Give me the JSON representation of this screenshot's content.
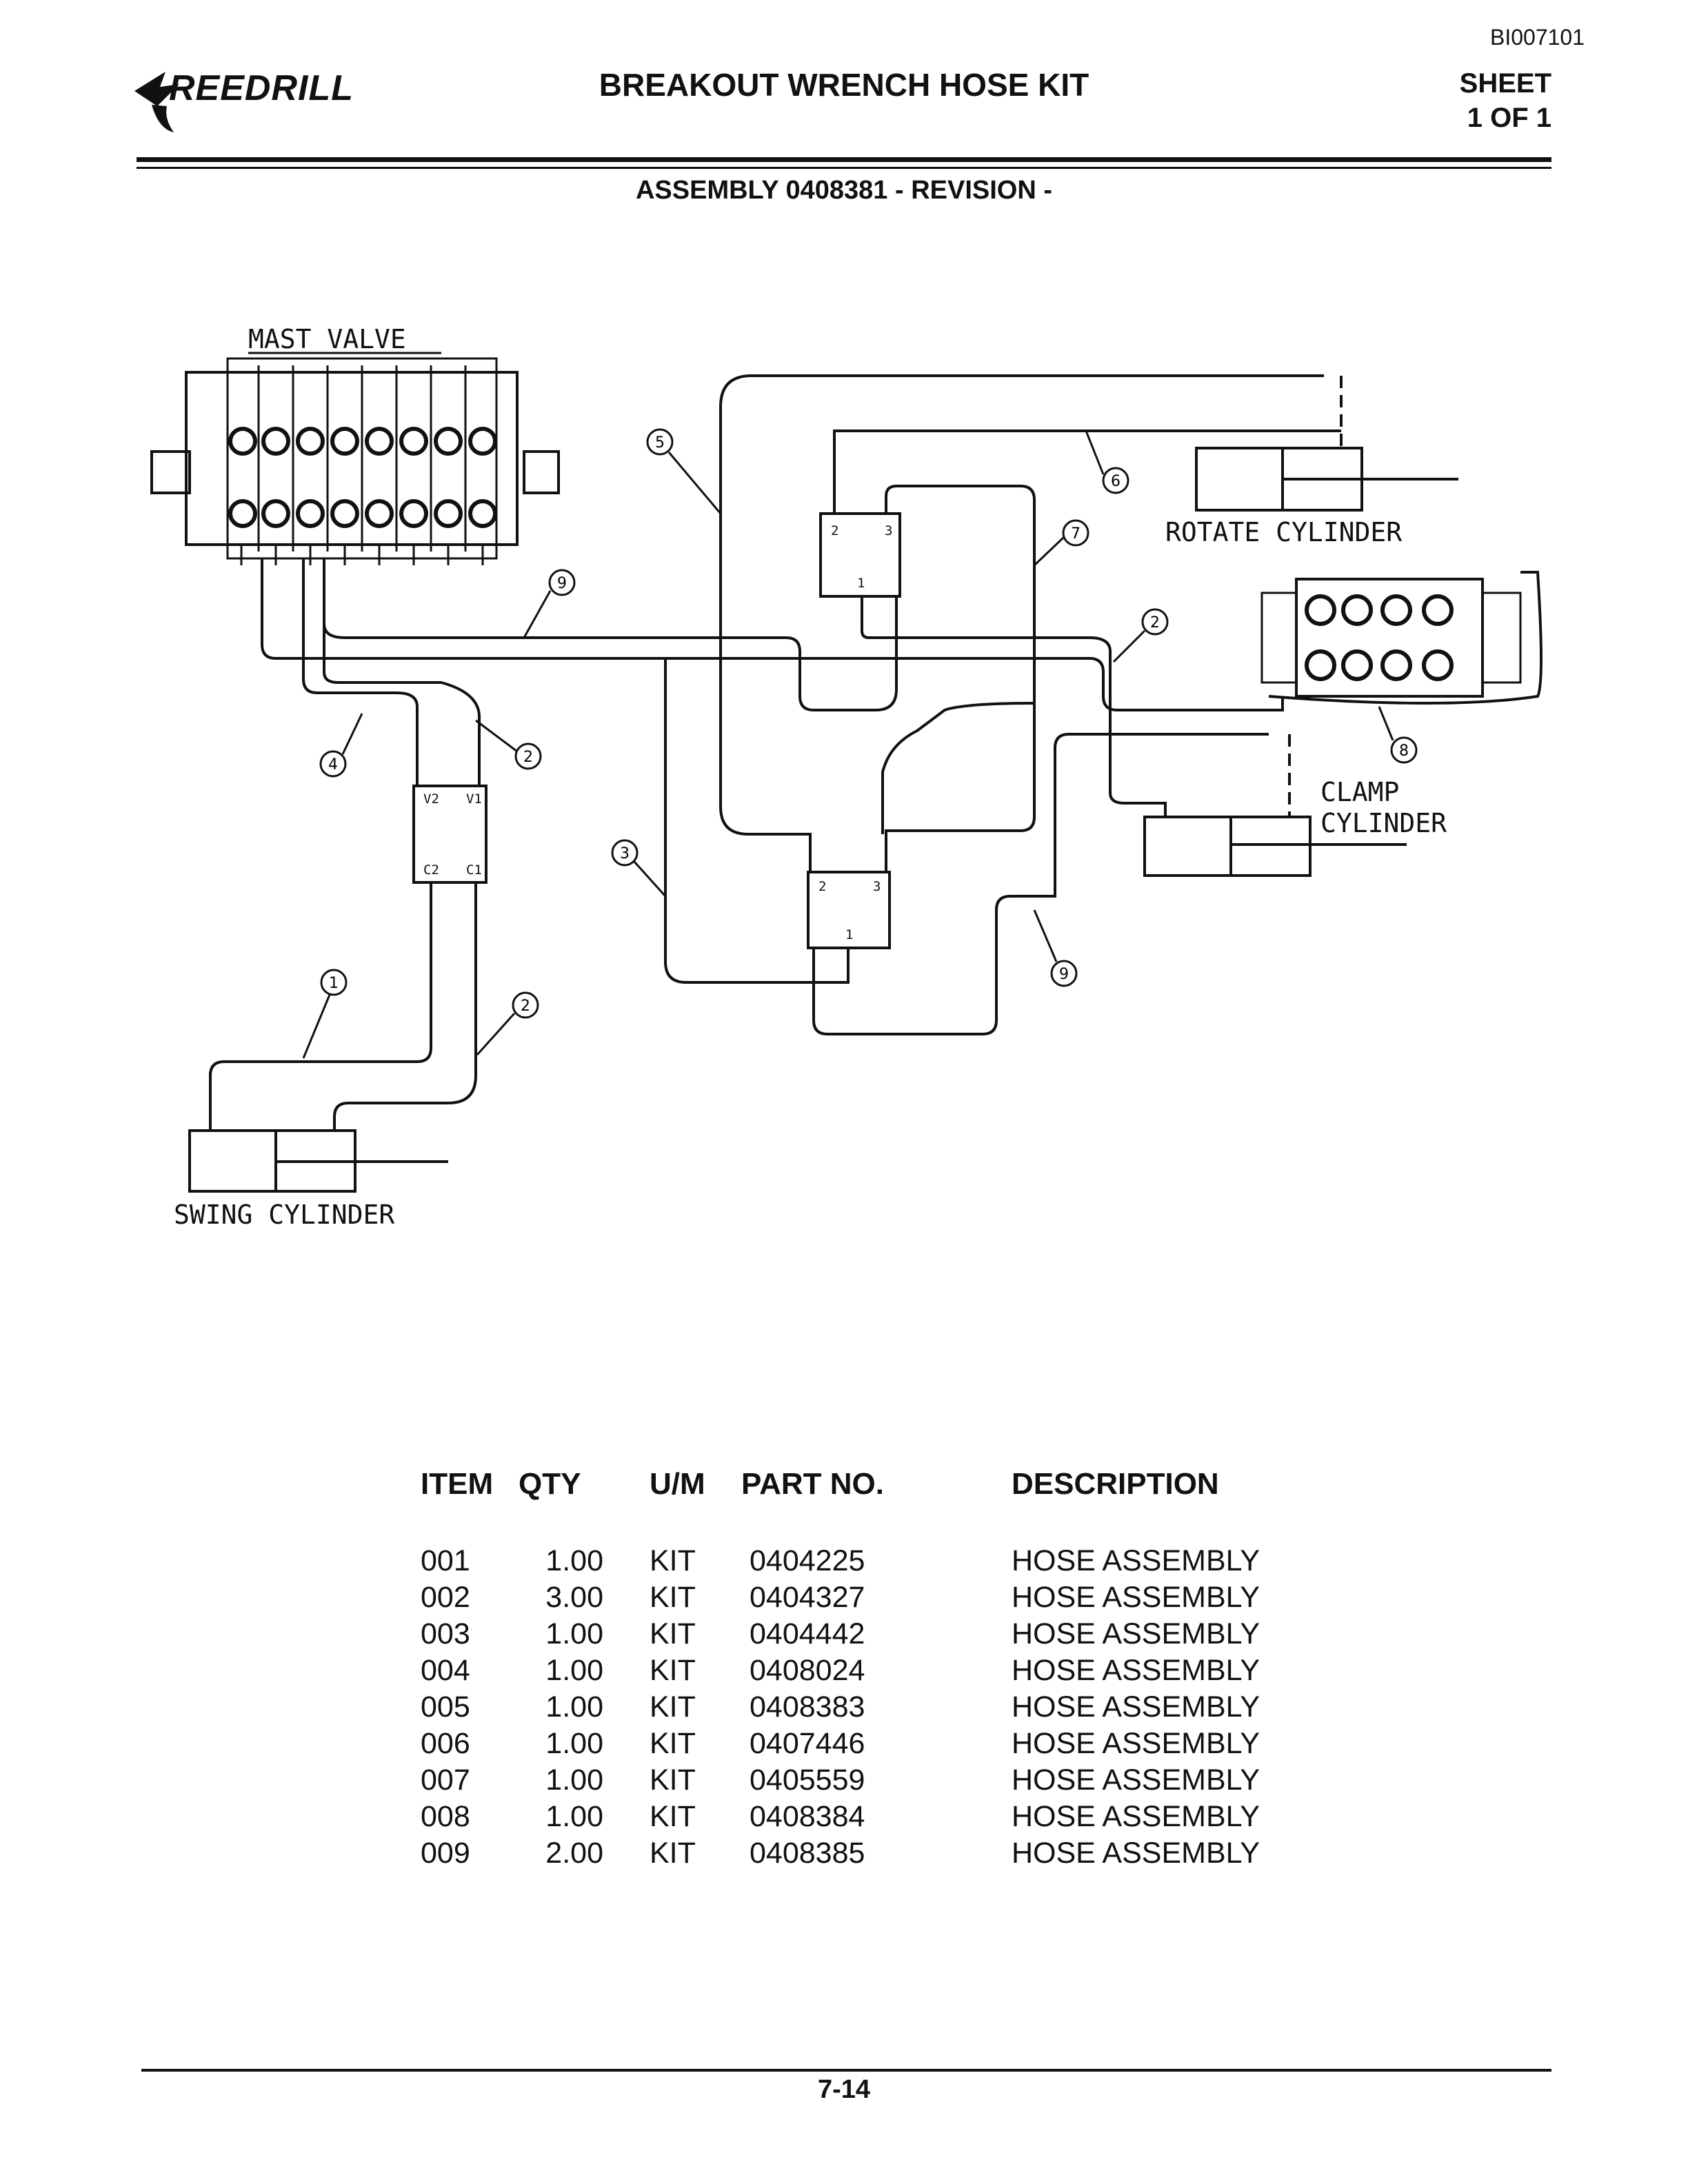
{
  "header": {
    "doc_code": "BI007101",
    "brand": "REEDRILL",
    "title": "BREAKOUT WRENCH HOSE KIT",
    "sheet_line1": "SHEET",
    "sheet_line2": "1 OF 1",
    "assembly": "ASSEMBLY 0408381 - REVISION -"
  },
  "diagram": {
    "labels": {
      "mast_valve": "MAST VALVE",
      "rotate_cylinder": "ROTATE CYLINDER",
      "clamp_line1": "CLAMP",
      "clamp_line2": "CYLINDER",
      "swing_cylinder": "SWING CYLINDER"
    },
    "valve_ports": {
      "v2": "V2",
      "v1": "V1",
      "c2": "C2",
      "c1": "C1",
      "p2": "2",
      "p3": "3",
      "p1": "1"
    },
    "callouts": [
      "1",
      "2",
      "3",
      "4",
      "5",
      "6",
      "7",
      "8",
      "9"
    ]
  },
  "parts_table": {
    "headers": {
      "item": "ITEM",
      "qty": "QTY",
      "um": "U/M",
      "part_no": "PART NO.",
      "description": "DESCRIPTION"
    },
    "rows": [
      {
        "item": "001",
        "qty": "1.00",
        "um": "KIT",
        "part_no": "0404225",
        "description": "HOSE ASSEMBLY"
      },
      {
        "item": "002",
        "qty": "3.00",
        "um": "KIT",
        "part_no": "0404327",
        "description": "HOSE ASSEMBLY"
      },
      {
        "item": "003",
        "qty": "1.00",
        "um": "KIT",
        "part_no": "0404442",
        "description": "HOSE ASSEMBLY"
      },
      {
        "item": "004",
        "qty": "1.00",
        "um": "KIT",
        "part_no": "0408024",
        "description": "HOSE ASSEMBLY"
      },
      {
        "item": "005",
        "qty": "1.00",
        "um": "KIT",
        "part_no": "0408383",
        "description": "HOSE ASSEMBLY"
      },
      {
        "item": "006",
        "qty": "1.00",
        "um": "KIT",
        "part_no": "0407446",
        "description": "HOSE ASSEMBLY"
      },
      {
        "item": "007",
        "qty": "1.00",
        "um": "KIT",
        "part_no": "0405559",
        "description": "HOSE ASSEMBLY"
      },
      {
        "item": "008",
        "qty": "1.00",
        "um": "KIT",
        "part_no": "0408384",
        "description": "HOSE ASSEMBLY"
      },
      {
        "item": "009",
        "qty": "2.00",
        "um": "KIT",
        "part_no": "0408385",
        "description": "HOSE ASSEMBLY"
      }
    ]
  },
  "footer": {
    "page_number": "7-14"
  }
}
